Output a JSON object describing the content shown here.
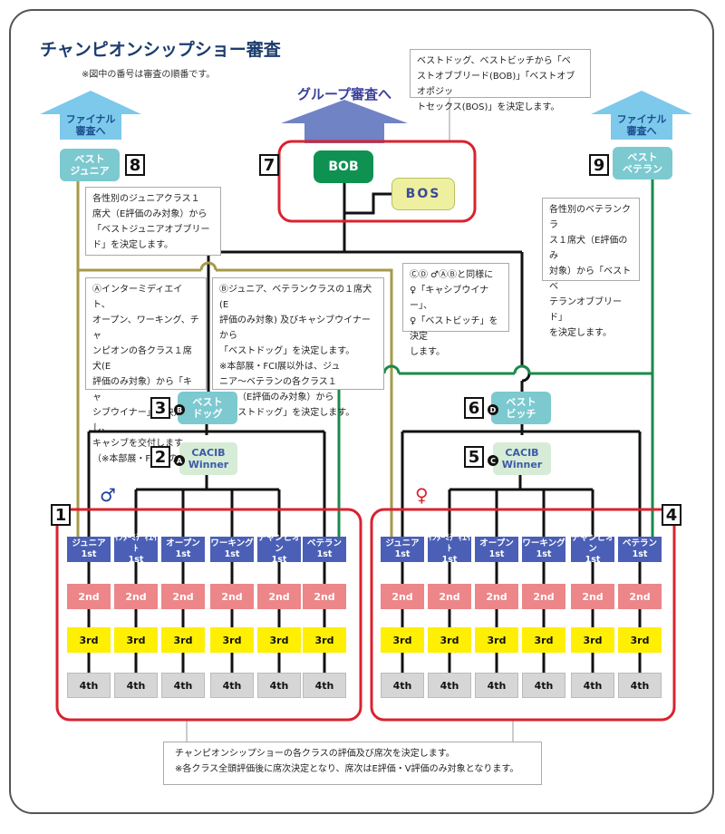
{
  "title": "チャンピオンシップショー審査",
  "subtitle": "※図中の番号は審査の順番です。",
  "top_left_arrow": {
    "line1": "ファイナル",
    "line2": "審査へ"
  },
  "top_right_arrow": {
    "line1": "ファイナル",
    "line2": "審査へ"
  },
  "group_label": "グループ審査へ",
  "bob": "BOB",
  "bos": "BOS",
  "best_junior": {
    "line1": "ベスト",
    "line2": "ジュニア"
  },
  "best_veteran": {
    "line1": "ベスト",
    "line2": "ベテラン"
  },
  "best_dog": {
    "line1": "ベスト",
    "line2": "ドッグ"
  },
  "best_bitch": {
    "line1": "ベスト",
    "line2": "ビッチ"
  },
  "cacib_male": {
    "line1": "CACIB",
    "line2": "Winner"
  },
  "cacib_female": {
    "line1": "CACIB",
    "line2": "Winner"
  },
  "step_numbers": {
    "n1": "1",
    "n2": "2",
    "n3": "3",
    "n4": "4",
    "n5": "5",
    "n6": "6",
    "n7": "7",
    "n8": "8",
    "n9": "9"
  },
  "circle_letters": {
    "a": "A",
    "b": "B",
    "c": "C",
    "d": "D"
  },
  "male_symbol": "♂",
  "female_symbol": "♀",
  "colors": {
    "red": "#d9232f",
    "olive": "#a49a4a",
    "green": "#1a8a4a",
    "navy": "#1c3c6e",
    "first_blue": "#4a5fb5"
  },
  "notes": {
    "bob_bos": [
      "ベストドッグ、ベストビッチから「ベ",
      "ストオブブリード(BOB)」「ベストオブオポジッ",
      "トセックス(BOS)」を決定します。"
    ],
    "junior": [
      "各性別のジュニアクラス１",
      "席犬（E評価のみ対象）から",
      "「ベストジュニアオブブリー",
      "ド」を決定します。"
    ],
    "veteran": [
      "各性別のベテランクラ",
      "ス１席犬（E評価のみ",
      "対象）から「ベストベ",
      "テランオブブリード」",
      "を決定します。"
    ],
    "a_note": [
      "Ⓐインターミディエイト、",
      "オープン、ワーキング、チャ",
      "ンピオンの各クラス１席犬(E",
      "評価のみ対象）から「キャ",
      "シブウイナー」を決定し、",
      "キャシブを交付します。",
      "（※本部展・FCI展のみ）"
    ],
    "b_note": [
      "Ⓑジュニア、ベテランクラスの１席犬(E",
      "評価のみ対象) 及びキャシブウイナーから",
      "「ベストドッグ」を決定します。",
      "※本部展・FCI展以外は、ジュ",
      "ニア〜ベテランの各クラス１",
      "席犬（E評価のみ対象）から",
      "「ベストドッグ」を決定します。"
    ],
    "cd_note": [
      "ⒸⒹ ♂ⒶⒷと同様に",
      "♀「キャシブウイナー」、",
      "♀「ベストビッチ」を決定",
      "します。"
    ],
    "bottom": [
      "チャンピオンシップショーの各クラスの評価及び席次を決定します。",
      "※各クラス全頭評価後に席次決定となり、席次はE評価・V評価のみ対象となります。"
    ]
  },
  "classes": [
    {
      "line1": "ジュニア",
      "line2": "1st"
    },
    {
      "line1": "ｲﾝﾀｰﾐﾃﾞｨｴｲﾄ",
      "line2": "1st"
    },
    {
      "line1": "オープン",
      "line2": "1st"
    },
    {
      "line1": "ワーキング",
      "line2": "1st"
    },
    {
      "line1": "チャンピオン",
      "line2": "1st"
    },
    {
      "line1": "ベテラン",
      "line2": "1st"
    }
  ],
  "places": {
    "second": "2nd",
    "third": "3rd",
    "fourth": "4th"
  }
}
